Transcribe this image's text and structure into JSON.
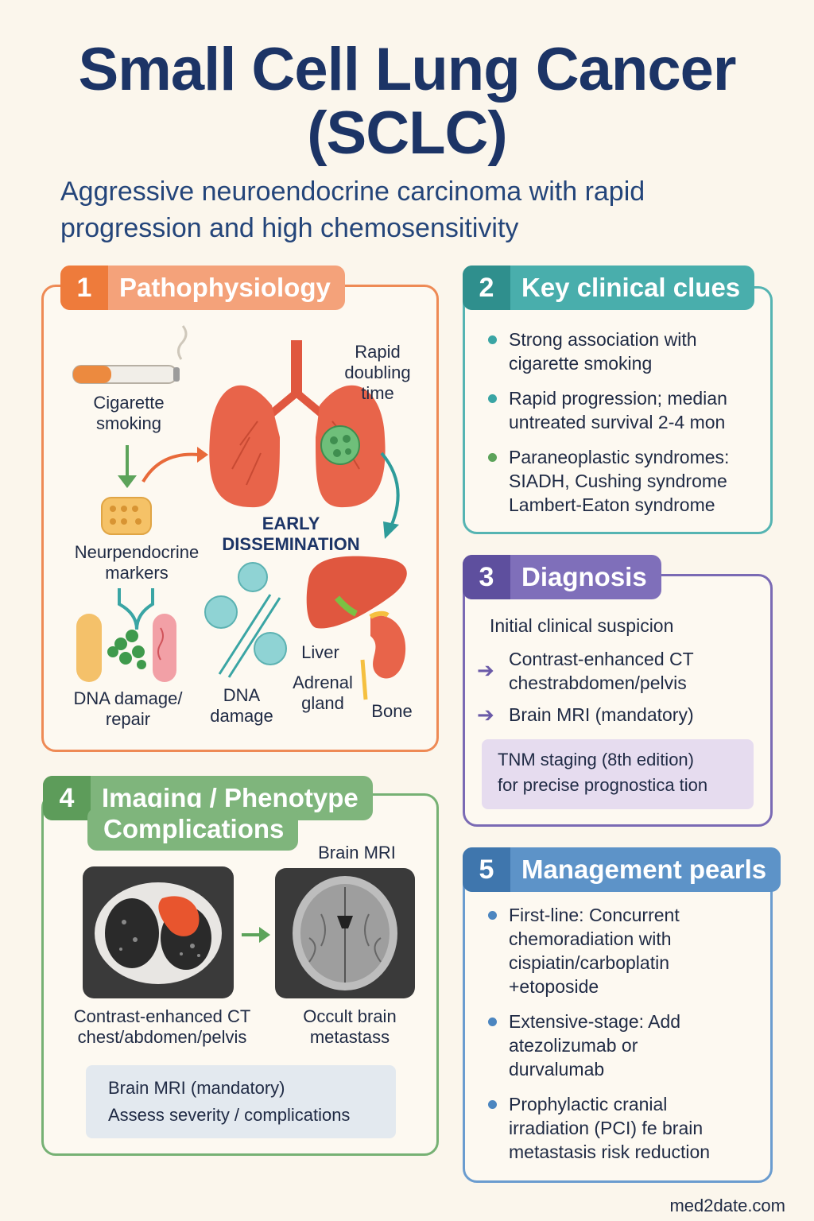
{
  "header": {
    "title_line1": "Small Cell Lung Cancer",
    "title_line2": "(SCLC)",
    "subtitle_line1": "Aggressive neuroendocrine carcinoma with rapid",
    "subtitle_line2": "progression and high chemosensitivity"
  },
  "colors": {
    "pathophysiology": "#ee7b3b",
    "clinical": "#3aa5a4",
    "diagnosis": "#6a5aa8",
    "imaging": "#6aa967",
    "management": "#4c86c0"
  },
  "panel1": {
    "num": "1",
    "title": "Pathophysiology",
    "smoking_label": [
      "Cigarette",
      "smoking"
    ],
    "markers_label": [
      "Neurpendocrine",
      "markers"
    ],
    "doubling_label": [
      "Rapid",
      "doubling",
      "time"
    ],
    "dissemination_label": [
      "EARLY",
      "DISSEMINATION"
    ],
    "dna_repair_label": [
      "DNA damage/",
      "repair"
    ],
    "dna_damage_label": [
      "DNA",
      "damage"
    ],
    "liver_label": "Liver",
    "adrenal_label": [
      "Adrenal",
      "gland"
    ],
    "bone_label": "Bone"
  },
  "panel2": {
    "num": "2",
    "title": "Key clinical clues",
    "items": [
      {
        "lines": [
          "Strong association with",
          "cigarette smoking"
        ]
      },
      {
        "lines": [
          "Rapid progression; median",
          "untreated survival 2-4 mon"
        ]
      },
      {
        "lines": [
          "Paraneoplastic syndromes:",
          "SIADH, Cushing syndrome",
          "Lambert-Eaton syndrome"
        ]
      }
    ]
  },
  "panel3": {
    "num": "3",
    "title": "Diagnosis",
    "intro": "Initial clinical suspicion",
    "step1": [
      "Contrast-enhanced CT",
      "chestrabdomen/pelvis"
    ],
    "step2": "Brain MRI (mandatory)",
    "box": [
      "TNM staging (8th edition)",
      "for precise prognostica tion"
    ]
  },
  "panel4": {
    "num": "4",
    "title_line1": "Imaging / Phenotype",
    "title_line2": "Complications",
    "brain_mri_top": "Brain MRI",
    "ct_caption": [
      "Contrast-enhanced CT",
      "chest/abdomen/pelvis"
    ],
    "mri_caption": [
      "Occult brain",
      "metastass"
    ],
    "box": [
      "Brain MRI (mandatory)",
      "Assess severity / complications"
    ]
  },
  "panel5": {
    "num": "5",
    "title": "Management pearls",
    "items": [
      {
        "lines": [
          "First-line: Concurrent",
          "chemoradiation with",
          "cispiatin/carboplatin",
          "+etoposide"
        ]
      },
      {
        "lines": [
          "Extensive-stage: Add",
          "atezolizumab or",
          "durvalumab"
        ]
      },
      {
        "lines": [
          "Prophylactic cranial",
          "irradiation (PCI) fe brain",
          "metastasis risk reduction"
        ]
      }
    ]
  },
  "footer": "med2date.com"
}
